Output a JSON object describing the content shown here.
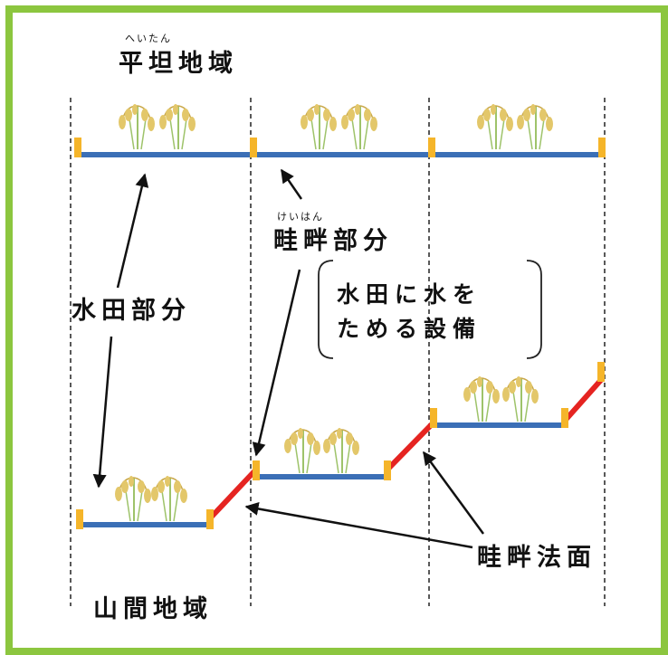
{
  "labels": {
    "flat_area_ruby": "へいたん",
    "flat_area": "平坦地域",
    "mountain_area": "山間地域",
    "paddy_part": "水田部分",
    "levee_ruby": "けいはん",
    "levee_part": "畦畔部分",
    "levee_note_line1": "水田に水を",
    "levee_note_line2": "ためる設備",
    "levee_slope": "畦畔法面"
  },
  "colors": {
    "frame": "#8cc63f",
    "paddy": "#3b6fb6",
    "levee_post": "#f5b52a",
    "slope": "#e52421",
    "text": "#111111",
    "rice": "#e3c76a"
  }
}
